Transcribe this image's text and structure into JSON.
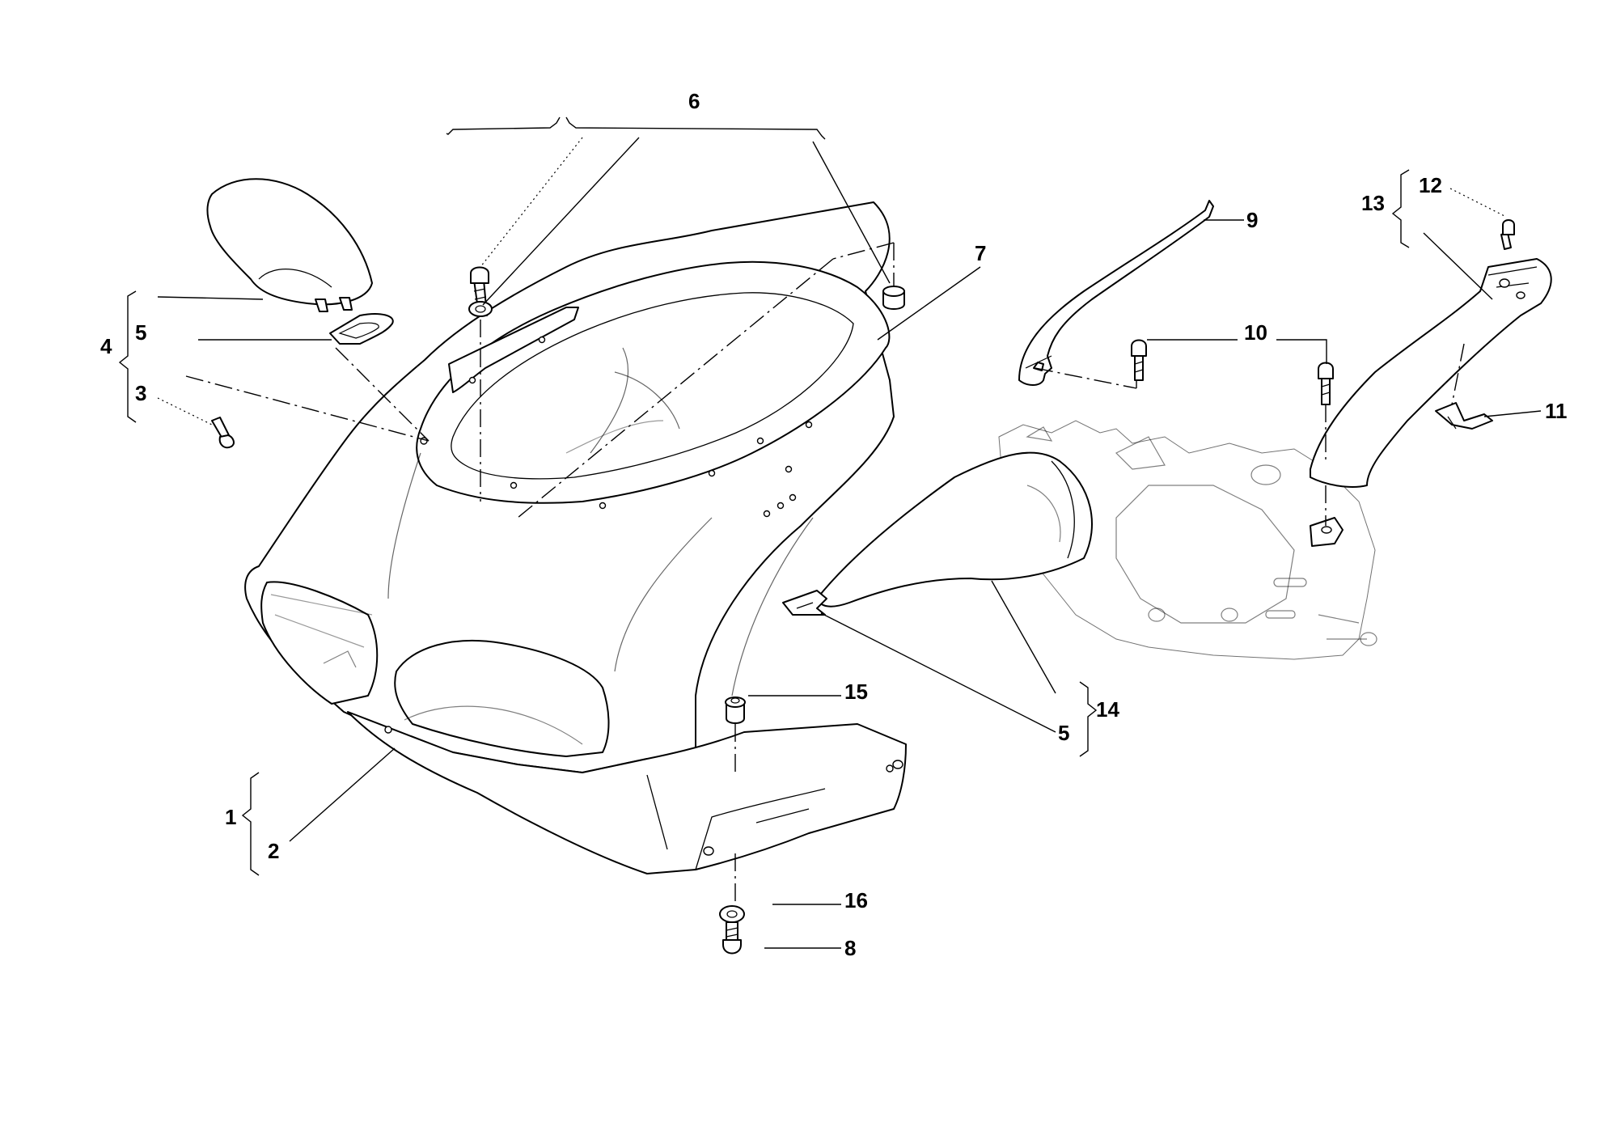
{
  "callouts": {
    "c1": "1",
    "c2": "2",
    "c3": "3",
    "c4": "4",
    "c5a": "5",
    "c5b": "5",
    "c6": "6",
    "c7": "7",
    "c8": "8",
    "c9": "9",
    "c10": "10",
    "c11": "11",
    "c12": "12",
    "c13": "13",
    "c14": "14",
    "c15": "15",
    "c16": "16"
  }
}
